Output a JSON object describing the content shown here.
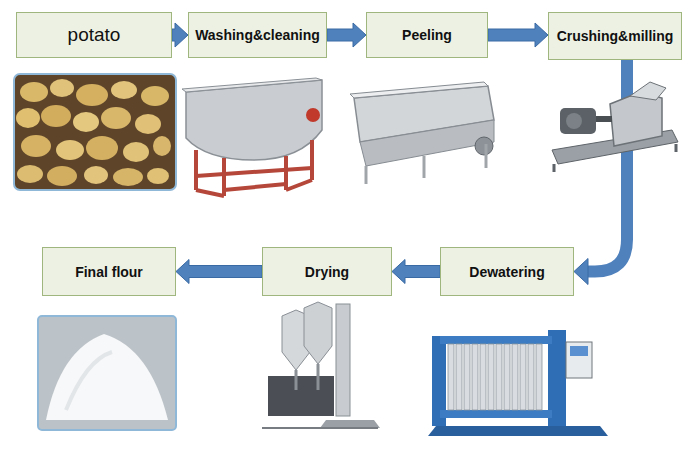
{
  "diagram": {
    "nodes": [
      {
        "text": [
          "potato"
        ]
      },
      {
        "text": [
          "Washing&cleaning"
        ]
      },
      {
        "text": [
          "Peeling"
        ]
      },
      {
        "text": [
          "Crushing&milling"
        ]
      },
      {
        "text": [
          "Final flour"
        ]
      },
      {
        "text": [
          "Drying"
        ]
      },
      {
        "text": [
          "Dewatering"
        ]
      }
    ],
    "edges": [
      {
        "from": 0,
        "to": 1,
        "arrow": "to"
      },
      {
        "from": 1,
        "to": 2,
        "arrow": "to"
      },
      {
        "from": 2,
        "to": 3,
        "arrow": "to"
      },
      {
        "from": 3,
        "to": 6,
        "arrow": "to"
      },
      {
        "from": 6,
        "to": 5,
        "arrow": "to"
      },
      {
        "from": 5,
        "to": 4,
        "arrow": "to"
      }
    ]
  }
}
